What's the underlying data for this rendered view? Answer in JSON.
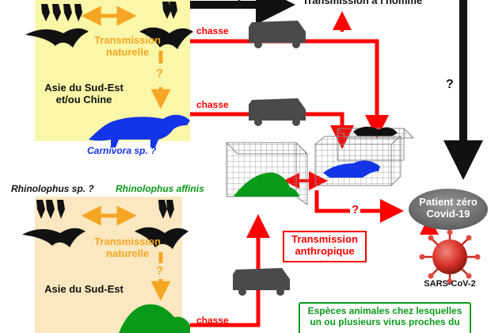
{
  "top_arrow_label": "Transmission à l'homme",
  "question_mark": "?",
  "hunt_label": "chasse",
  "natural_transmission": "Transmission\nnaturelle",
  "region_top": "Asie du Sud-Est\net/ou Chine",
  "region_bottom": "Asie du Sud-Est",
  "carnivora": "Carnivora sp. ?",
  "rhinolophus_sp": "Rhinolophus sp. ?",
  "rhinolophus_affinis": "Rhinolophus affinis",
  "anthropic_transmission": "Transmission\nanthropique",
  "patient_zero": "Patient zéro\nCovid-19",
  "virus_name": "SARS-CoV-2",
  "species_box": "Espèces animales chez lesquelles\nun ou plusieurs virus proches du",
  "colors": {
    "red": "#ff0000",
    "orange": "#f5a623",
    "yellow_panel": "#faf7a8",
    "peach_panel": "#fbe8c0",
    "green": "#0a9a1a",
    "blue": "#1434e8",
    "black": "#111111",
    "grey_vehicle": "#4a4a4a",
    "virus_red": "#d9332b"
  }
}
